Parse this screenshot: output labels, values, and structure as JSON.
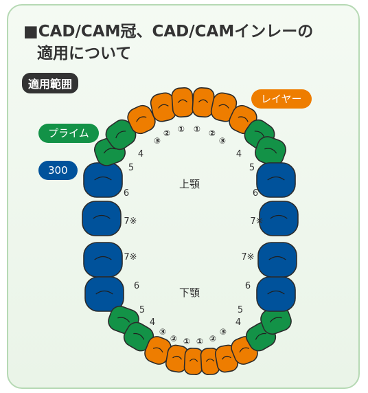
{
  "title_line1": "■CAD/CAM冠、CAD/CAMインレーの",
  "title_line2": "適用について",
  "scope_label": "適用範囲",
  "legend": {
    "layer": "レイヤー",
    "prime": "プライム",
    "std300": "300"
  },
  "jaw": {
    "upper": "上顎",
    "lower": "下顎"
  },
  "colors": {
    "layer": "#ee7d00",
    "prime": "#139247",
    "std300": "#00529b"
  },
  "tooth_numbers": {
    "anterior": [
      "①",
      "②",
      "③"
    ],
    "posterior": [
      "4",
      "5",
      "6",
      "7※"
    ]
  },
  "upper_teeth": [
    {
      "side": "right",
      "num": "7※",
      "material": "std300"
    },
    {
      "side": "right",
      "num": "6",
      "material": "std300"
    },
    {
      "side": "right",
      "num": "5",
      "material": "prime"
    },
    {
      "side": "right",
      "num": "4",
      "material": "prime"
    },
    {
      "side": "right",
      "num": "③",
      "material": "layer"
    },
    {
      "side": "right",
      "num": "②",
      "material": "layer"
    },
    {
      "side": "right",
      "num": "①",
      "material": "layer"
    },
    {
      "side": "left",
      "num": "①",
      "material": "layer"
    },
    {
      "side": "left",
      "num": "②",
      "material": "layer"
    },
    {
      "side": "left",
      "num": "③",
      "material": "layer"
    },
    {
      "side": "left",
      "num": "4",
      "material": "prime"
    },
    {
      "side": "left",
      "num": "5",
      "material": "prime"
    },
    {
      "side": "left",
      "num": "6",
      "material": "std300"
    },
    {
      "side": "left",
      "num": "7※",
      "material": "std300"
    }
  ],
  "lower_teeth": [
    {
      "side": "right",
      "num": "7※",
      "material": "std300"
    },
    {
      "side": "right",
      "num": "6",
      "material": "std300"
    },
    {
      "side": "right",
      "num": "5",
      "material": "prime"
    },
    {
      "side": "right",
      "num": "4",
      "material": "prime"
    },
    {
      "side": "right",
      "num": "③",
      "material": "layer"
    },
    {
      "side": "right",
      "num": "②",
      "material": "layer"
    },
    {
      "side": "right",
      "num": "①",
      "material": "layer"
    },
    {
      "side": "left",
      "num": "①",
      "material": "layer"
    },
    {
      "side": "left",
      "num": "②",
      "material": "layer"
    },
    {
      "side": "left",
      "num": "③",
      "material": "layer"
    },
    {
      "side": "left",
      "num": "4",
      "material": "prime"
    },
    {
      "side": "left",
      "num": "5",
      "material": "prime"
    },
    {
      "side": "left",
      "num": "6",
      "material": "std300"
    },
    {
      "side": "left",
      "num": "7※",
      "material": "std300"
    }
  ]
}
